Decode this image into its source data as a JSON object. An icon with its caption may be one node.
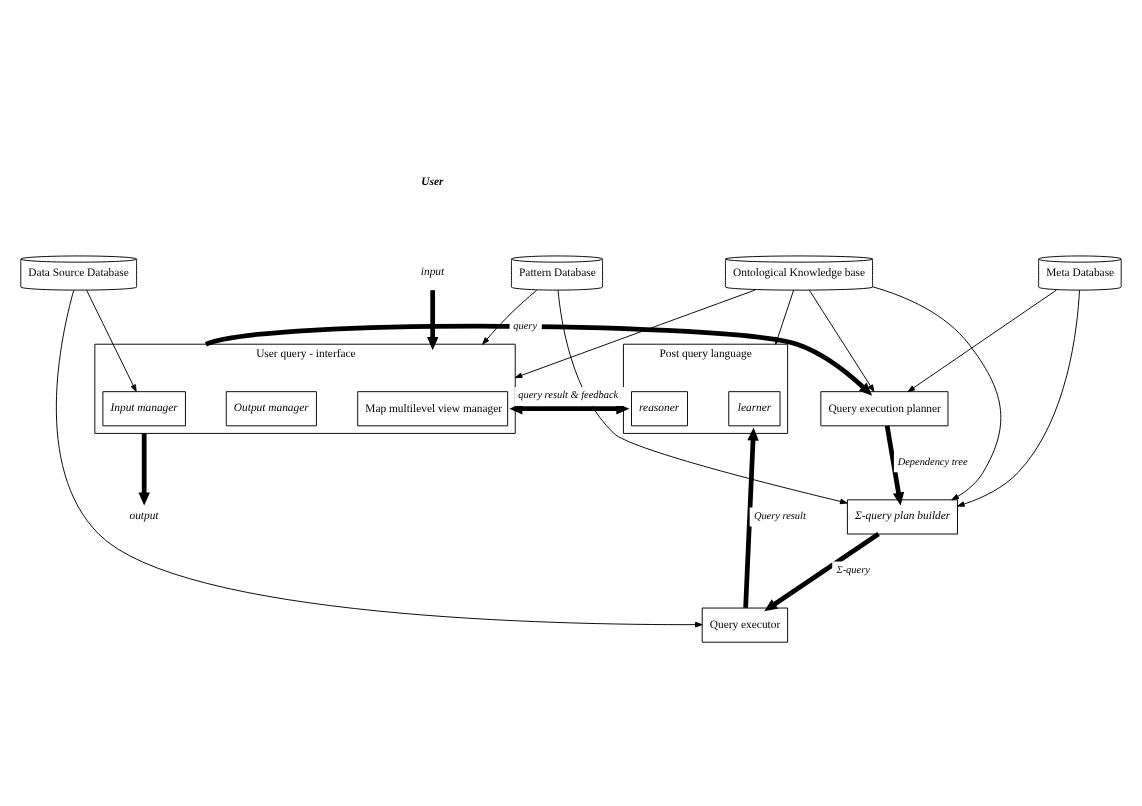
{
  "diagram": {
    "nodes": [
      {
        "text": [
          "Pattern Database"
        ]
      },
      {
        "text": [
          "Ontological Knowledge base"
        ]
      },
      {
        "text": [
          "Meta Database"
        ]
      },
      {
        "text": [
          "Data Source Database"
        ]
      },
      {
        "text": [
          "input"
        ]
      },
      {
        "text": [
          "output"
        ]
      },
      {
        "text": [
          "User query - interface"
        ]
      },
      {
        "text": [
          "Input manager"
        ],
        "in": 6
      },
      {
        "text": [
          "Output manager"
        ],
        "in": 6
      },
      {
        "text": [
          "Map multilevel view manager"
        ],
        "in": 6
      },
      {
        "text": [
          "Query execution planner"
        ]
      },
      {
        "text": [
          "Σ-query plan builder"
        ]
      },
      {
        "text": [
          "Post query language"
        ]
      },
      {
        "text": [
          "reasoner"
        ],
        "in": 12
      },
      {
        "text": [
          "learner"
        ],
        "in": 12
      },
      {
        "text": [
          "Query executor"
        ]
      }
    ],
    "edges": [
      {
        "from": 4,
        "to": 6,
        "arrow": "to",
        "style": "thick"
      },
      {
        "from": 6,
        "to": 5,
        "arrow": "to",
        "style": "thick"
      },
      {
        "from": 0,
        "to": 6,
        "arrow": "to"
      },
      {
        "from": 1,
        "to": 6,
        "arrow": "to"
      },
      {
        "from": 3,
        "to": 7,
        "arrow": "to"
      },
      {
        "from": 0,
        "to": 11,
        "arrow": "to"
      },
      {
        "from": 1,
        "to": 11,
        "arrow": "to"
      },
      {
        "from": 2,
        "to": 11,
        "arrow": "to"
      },
      {
        "from": 1,
        "to": 10,
        "arrow": "to"
      },
      {
        "from": 2,
        "to": 10,
        "arrow": "to"
      },
      {
        "from": 1,
        "to": 12,
        "arrow": "to"
      },
      {
        "from": 3,
        "to": 15,
        "arrow": "to"
      },
      {
        "from": 6,
        "to": 10,
        "arrow": "to",
        "label": "query",
        "style": "thick"
      },
      {
        "from": 10,
        "to": 11,
        "arrow": "to",
        "label": "Dependency tree",
        "style": "thick"
      },
      {
        "from": 11,
        "to": 15,
        "arrow": "to",
        "label": "Σ-query",
        "style": "thick"
      },
      {
        "from": 15,
        "to": 12,
        "arrow": "to",
        "label": "Query result",
        "style": "thick"
      },
      {
        "from": 12,
        "to": 6,
        "arrow": "both",
        "label": "query result & feedback",
        "style": "thick"
      }
    ],
    "labels": [
      "User"
    ]
  }
}
